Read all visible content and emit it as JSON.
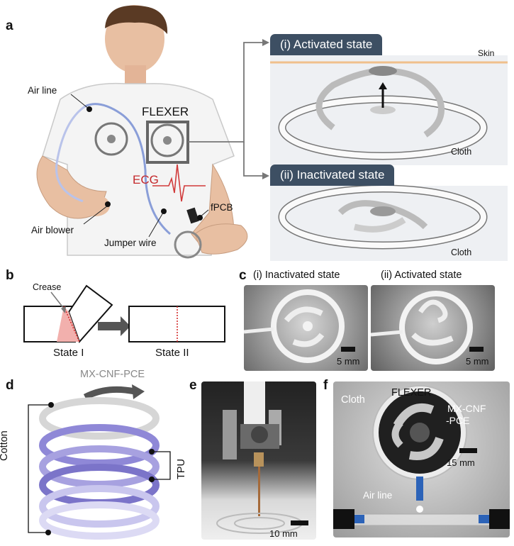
{
  "panels": {
    "a": {
      "letter": "a",
      "labels": {
        "air_line": "Air line",
        "flexer": "FLEXER",
        "ecg": "ECG",
        "fpcb": "fPCB",
        "air_blower": "Air blower",
        "jumper_wire": "Jumper wire"
      },
      "activated": {
        "title": "(i) Activated state",
        "skin": "Skin",
        "cloth": "Cloth"
      },
      "inactivated": {
        "title": "(ii) Inactivated state",
        "cloth": "Cloth"
      }
    },
    "b": {
      "letter": "b",
      "crease": "Crease",
      "state1": "State I",
      "state2": "State II"
    },
    "c": {
      "letter": "c",
      "inactivated": "(i) Inactivated state",
      "activated": "(ii) Activated state",
      "scale1": "5 mm",
      "scale2": "5 mm"
    },
    "d": {
      "letter": "d",
      "mx": "MX-CNF-PCE",
      "cotton": "Cotton",
      "tpu": "TPU"
    },
    "e": {
      "letter": "e",
      "scale": "10 mm"
    },
    "f": {
      "letter": "f",
      "cloth": "Cloth",
      "flexer": "FLEXER",
      "mx_line1": "MX-CNF",
      "mx_line2": "-PCE",
      "scale": "15 mm",
      "air_line": "Air line"
    }
  },
  "colors": {
    "chip": "#3d4f63",
    "ecg": "#c4282b",
    "tpu_purple": "#7b74c9",
    "crease_red": "#e46a6a"
  }
}
